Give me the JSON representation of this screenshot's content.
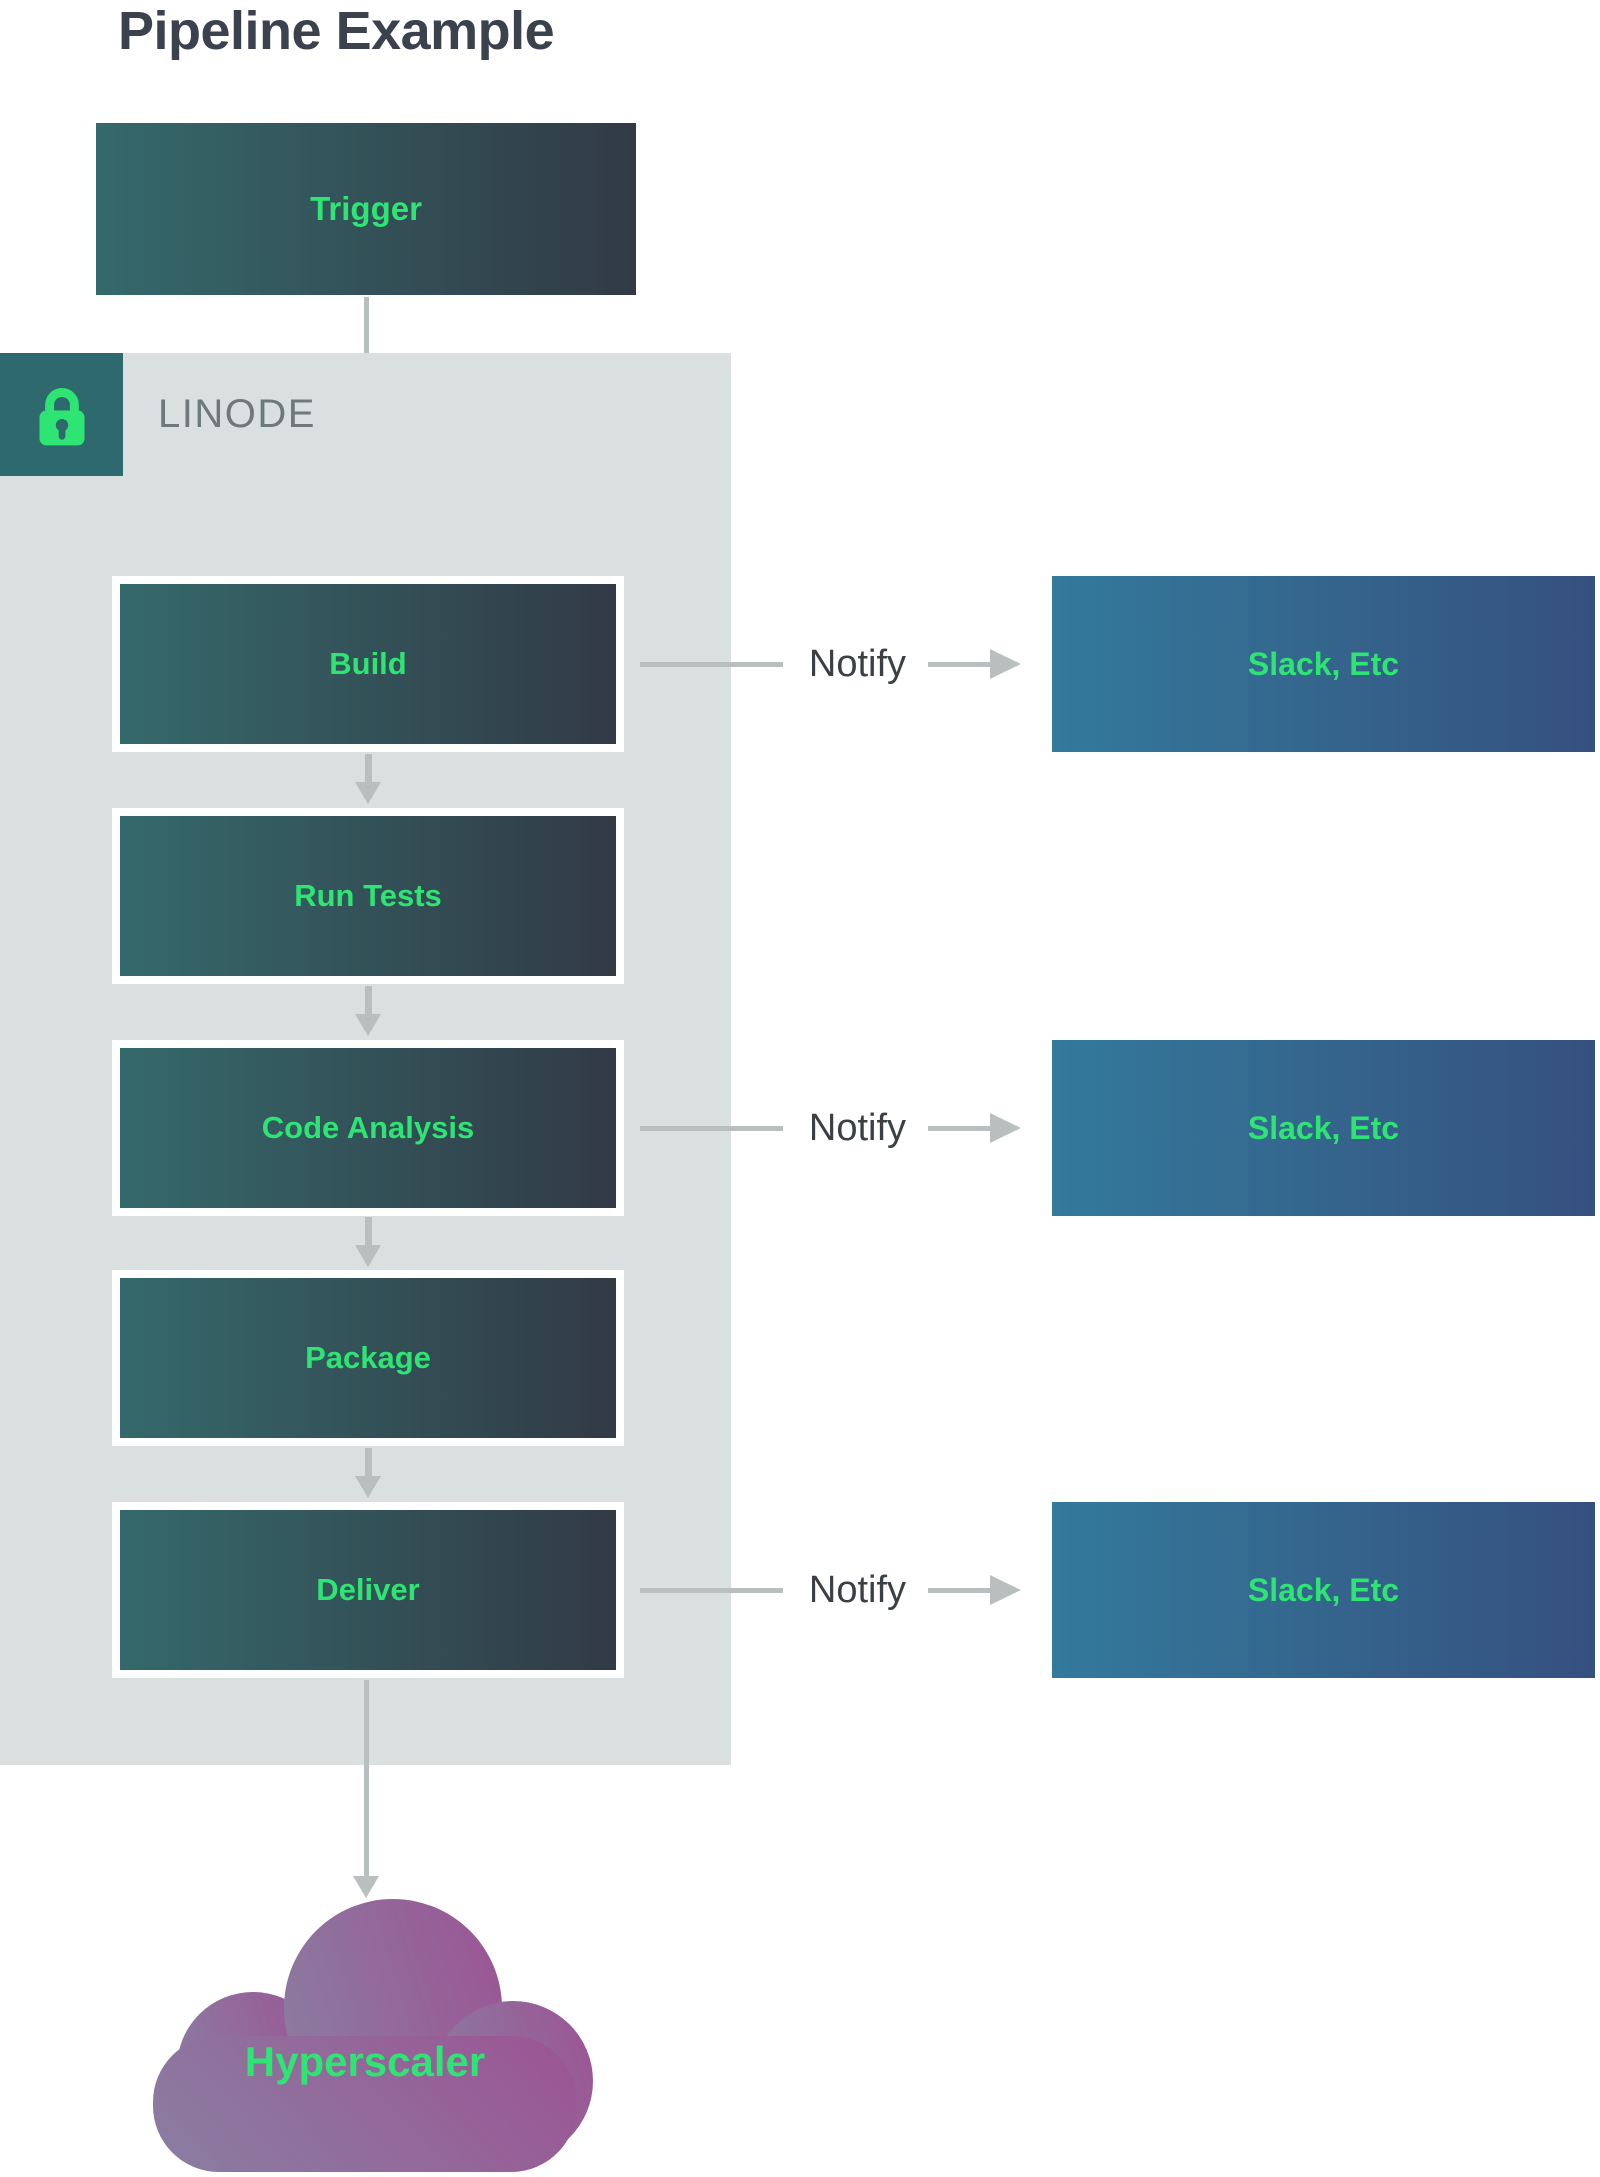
{
  "title": "Pipeline Example",
  "trigger": {
    "label": "Trigger"
  },
  "linode": {
    "label": "LINODE"
  },
  "stages": [
    {
      "label": "Build"
    },
    {
      "label": "Run Tests"
    },
    {
      "label": "Code Analysis"
    },
    {
      "label": "Package"
    },
    {
      "label": "Deliver"
    }
  ],
  "notify": {
    "label": "Notify",
    "target": "Slack, Etc"
  },
  "cloud": {
    "label": "Hyperscaler"
  },
  "colors": {
    "green": "#2ee473",
    "title_color": "#3b414d",
    "muted": "#6e797c",
    "notify_color": "#3a4045",
    "arrow": "#b9bfbf",
    "panel": "#d9e0df",
    "badge": "#2e6a6d",
    "stage_from": "#34696b",
    "stage_to": "#323a45",
    "slack_from": "#337a9c",
    "slack_to": "#35507e",
    "cloud_from": "#8b7ba0",
    "cloud_to": "#9a5795"
  }
}
